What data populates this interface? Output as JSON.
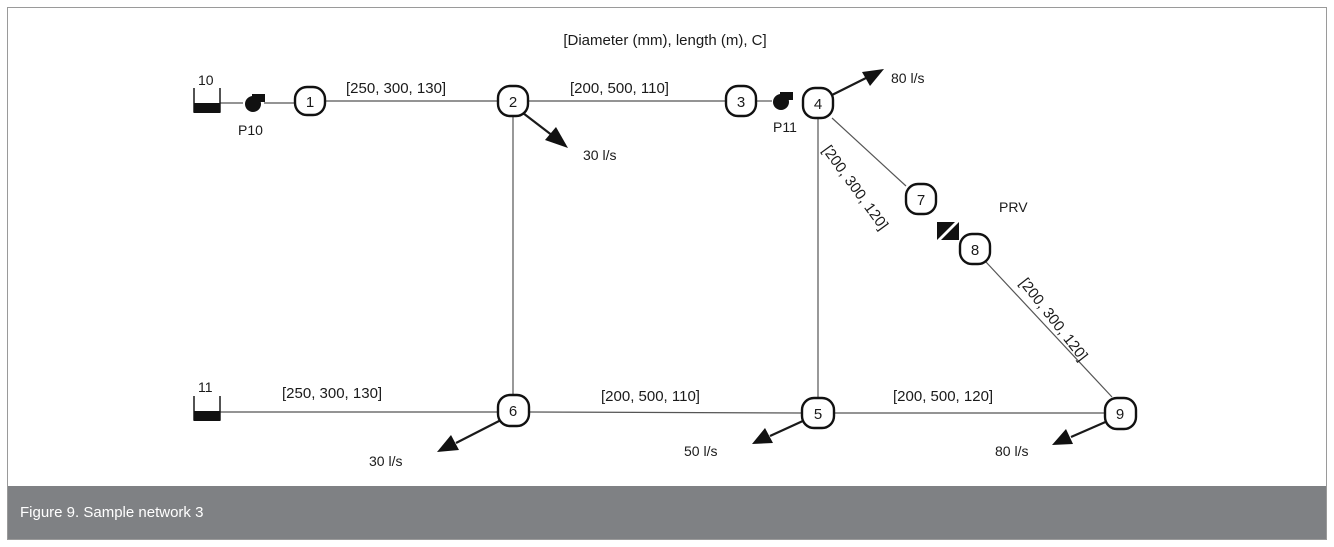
{
  "title": "[Diameter (mm), length (m), C]",
  "caption": "Figure 9. Sample network 3",
  "reservoirs": [
    {
      "id": "r10",
      "label": "10"
    },
    {
      "id": "r11",
      "label": "11"
    }
  ],
  "pumps": [
    {
      "id": "p10",
      "label": "P10"
    },
    {
      "id": "p11",
      "label": "P11"
    }
  ],
  "valve": {
    "label": "PRV"
  },
  "nodes": [
    "1",
    "2",
    "3",
    "4",
    "5",
    "6",
    "7",
    "8",
    "9"
  ],
  "pipes": [
    {
      "id": "1-2",
      "label": "[250, 300, 130]"
    },
    {
      "id": "2-3",
      "label": "[200, 500, 110]"
    },
    {
      "id": "4-7",
      "label": "[200, 300, 120]"
    },
    {
      "id": "8-9",
      "label": "[200, 300, 120]"
    },
    {
      "id": "11-6",
      "label": "[250, 300, 130]"
    },
    {
      "id": "6-5",
      "label": "[200, 500, 110]"
    },
    {
      "id": "5-9",
      "label": "[200, 500, 120]"
    }
  ],
  "demands": [
    {
      "node": "4",
      "label": "80 l/s"
    },
    {
      "node": "2",
      "label": "30 l/s"
    },
    {
      "node": "6",
      "label": "30 l/s"
    },
    {
      "node": "5",
      "label": "50 l/s"
    },
    {
      "node": "9",
      "label": "80 l/s"
    }
  ],
  "colors": {
    "line": "#1a1a1a",
    "pipe": "#555555",
    "caption_bg": "#7f8184",
    "caption_text": "#ffffff"
  }
}
